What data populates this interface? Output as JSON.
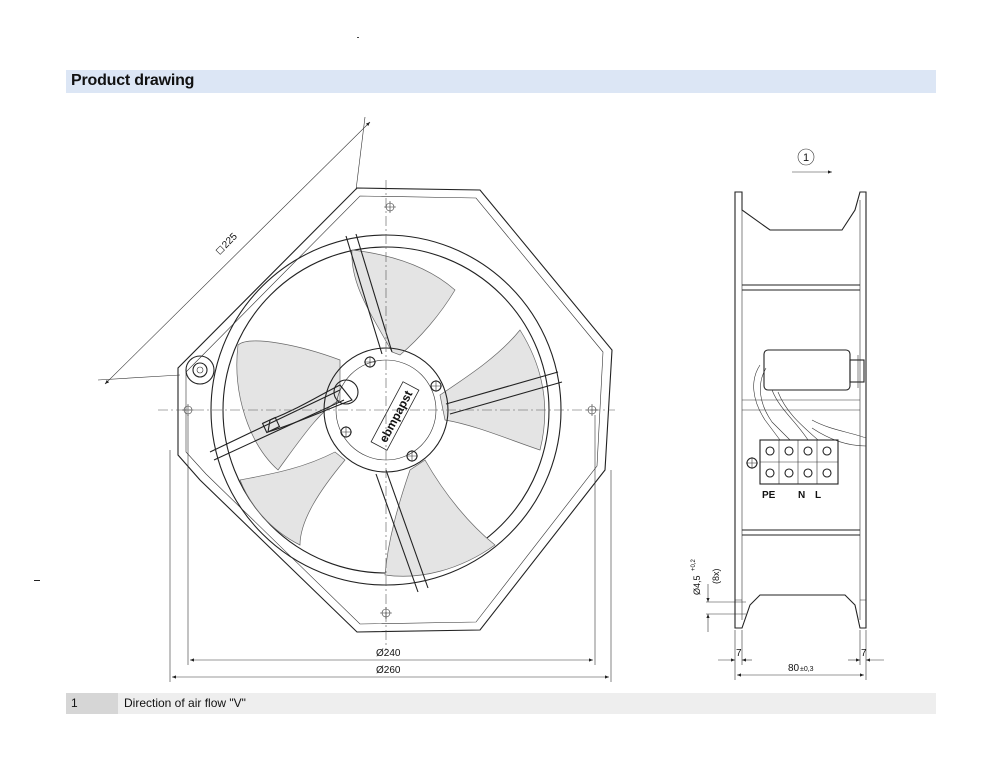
{
  "header": {
    "title": "Product drawing"
  },
  "front_view": {
    "dim_diagonal": "225",
    "dim_inner": "Ø240",
    "dim_outer": "Ø260",
    "logo_text": "ebmpapst"
  },
  "side_view": {
    "airflow_marker": "1",
    "terminal_pe": "PE",
    "terminal_n": "N",
    "terminal_l": "L",
    "hole_dim": "Ø4,5",
    "hole_tol": "+0,2",
    "hole_count": "(8x)",
    "dim_left": "7",
    "dim_right": "7",
    "dim_depth": "80",
    "dim_depth_tol": "±0,3"
  },
  "legend": {
    "items": [
      {
        "number": "1",
        "text": "Direction of air flow \"V\""
      }
    ]
  },
  "colors": {
    "header_bg": "#dce6f5",
    "legend_bg": "#eeeeee",
    "legend_num_bg": "#d6d6d6",
    "line": "#222222"
  }
}
